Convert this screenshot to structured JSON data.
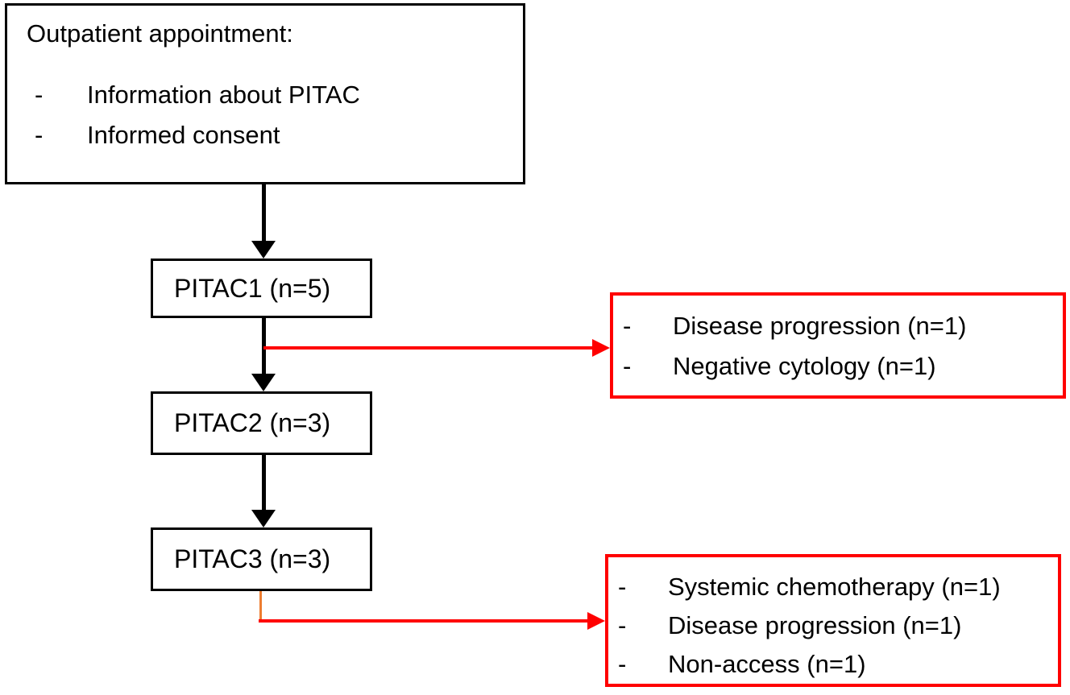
{
  "flowchart": {
    "bullet": "-",
    "colors": {
      "flow_line": "#000000",
      "dropout_line": "#ff0000",
      "connector_stub": "#ed7d31",
      "box_border": "#000000",
      "dropout_border": "#ff0000"
    },
    "start_box": {
      "title": "Outpatient appointment:",
      "items": [
        "Information about PITAC",
        "Informed consent"
      ]
    },
    "stages": [
      {
        "label": "PITAC1 (n=5)"
      },
      {
        "label": "PITAC2 (n=3)"
      },
      {
        "label": "PITAC3 (n=3)"
      }
    ],
    "dropouts": [
      {
        "items": [
          "Disease progression (n=1)",
          "Negative cytology (n=1)"
        ]
      },
      {
        "items": [
          "Systemic chemotherapy (n=1)",
          "Disease progression (n=1)",
          "Non-access (n=1)"
        ]
      }
    ]
  }
}
